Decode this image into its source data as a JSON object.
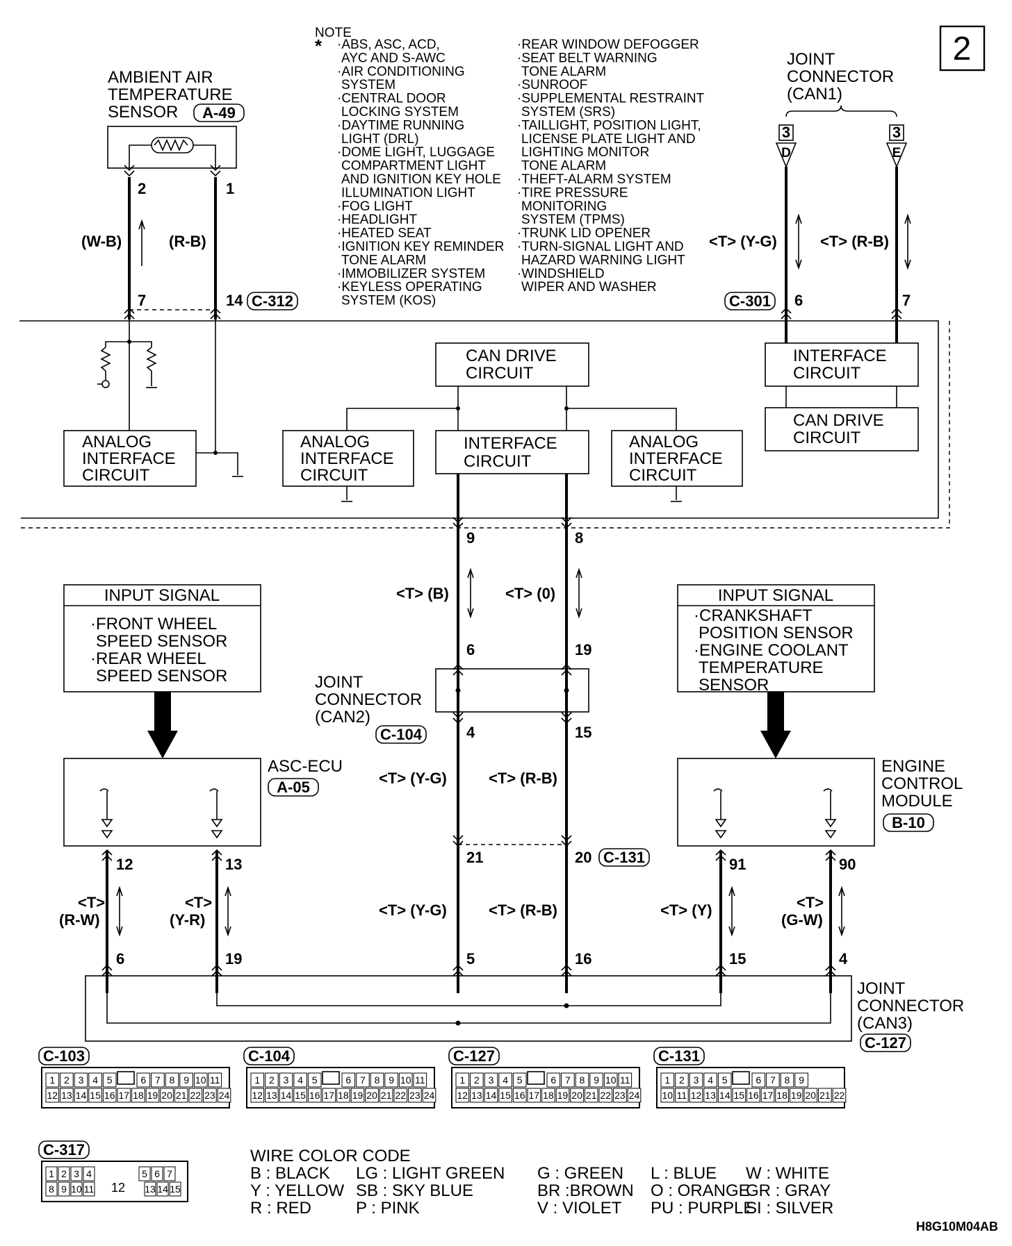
{
  "page_number": "2",
  "drawing_code": "H8G10M04AB",
  "note": {
    "heading": "NOTE",
    "marker": "*",
    "col1": [
      "·ABS, ASC, ACD,",
      "AYC AND S-AWC",
      "·AIR CONDITIONING",
      "SYSTEM",
      "·CENTRAL DOOR",
      "LOCKING SYSTEM",
      "·DAYTIME RUNNING",
      "LIGHT (DRL)",
      "·DOME LIGHT, LUGGAGE",
      "COMPARTMENT LIGHT",
      "AND IGNITION KEY HOLE",
      "ILLUMINATION LIGHT",
      "·FOG LIGHT",
      "·HEADLIGHT",
      "·HEATED SEAT",
      "·IGNITION KEY REMINDER",
      "TONE ALARM",
      "·IMMOBILIZER SYSTEM",
      "·KEYLESS OPERATING",
      "SYSTEM (KOS)"
    ],
    "col2": [
      "·REAR WINDOW DEFOGGER",
      "·SEAT BELT WARNING",
      "TONE ALARM",
      "·SUNROOF",
      "·SUPPLEMENTAL RESTRAINT",
      "SYSTEM (SRS)",
      "·TAILLIGHT, POSITION LIGHT,",
      "LICENSE PLATE LIGHT AND",
      "LIGHTING MONITOR",
      "TONE ALARM",
      "·THEFT-ALARM SYSTEM",
      "·TIRE PRESSURE",
      "MONITORING",
      "SYSTEM (TPMS)",
      "·TRUNK LID OPENER",
      "·TURN-SIGNAL LIGHT AND",
      "HAZARD WARNING LIGHT",
      "·WINDSHIELD",
      "WIPER AND WASHER"
    ]
  },
  "sensor": {
    "name": [
      "AMBIENT AIR",
      "TEMPERATURE",
      "SENSOR"
    ],
    "connector": "A-49",
    "pin_left": "2",
    "pin_right": "1",
    "wire_left": "(W-B)",
    "wire_right": "(R-B)",
    "pin_bottom_left": "7",
    "pin_bottom_right": "14",
    "connector_bottom": "C-312"
  },
  "joint_can1": {
    "name": [
      "JOINT",
      "CONNECTOR",
      "(CAN1)"
    ],
    "ref_left": "3",
    "ref_right": "3",
    "letter_left": "D",
    "letter_right": "E",
    "wire_left": "<T> (Y-G)",
    "wire_right": "<T> (R-B)",
    "connector": "C-301",
    "pin_left": "6",
    "pin_right": "7"
  },
  "ecu_blocks": {
    "can_drive_center": [
      "CAN DRIVE",
      "CIRCUIT"
    ],
    "interface_center": [
      "INTERFACE",
      "CIRCUIT"
    ],
    "interface_right": [
      "INTERFACE",
      "CIRCUIT"
    ],
    "can_drive_right": [
      "CAN DRIVE",
      "CIRCUIT"
    ],
    "analog_left": [
      "ANALOG",
      "INTERFACE",
      "CIRCUIT"
    ],
    "analog_mid": [
      "ANALOG",
      "INTERFACE",
      "CIRCUIT"
    ],
    "analog_right": [
      "ANALOG",
      "INTERFACE",
      "CIRCUIT"
    ]
  },
  "center_bus": {
    "pin_top_left": "9",
    "pin_top_right": "8",
    "wire_top_left": "<T> (B)",
    "wire_top_right": "<T> (0)",
    "pin_mid_left": "6",
    "pin_mid_right": "19",
    "joint_can2_name": [
      "JOINT",
      "CONNECTOR",
      "(CAN2)"
    ],
    "joint_can2_connector": "C-104",
    "pin_low_left": "4",
    "pin_low_right": "15",
    "wire_low_left": "<T> (Y-G)",
    "wire_low_right": "<T> (R-B)",
    "pin_c131_left": "21",
    "pin_c131_right": "20",
    "c131": "C-131",
    "wire_bottom_left": "<T> (Y-G)",
    "wire_bottom_right": "<T> (R-B)",
    "pin_bottom_left": "5",
    "pin_bottom_right": "16"
  },
  "input_left": {
    "title": "INPUT SIGNAL",
    "lines": [
      "·FRONT WHEEL",
      "SPEED SENSOR",
      "·REAR WHEEL",
      "SPEED SENSOR"
    ]
  },
  "input_right": {
    "title": "INPUT SIGNAL",
    "lines": [
      "·CRANKSHAFT",
      "POSITION SENSOR",
      "·ENGINE COOLANT",
      "TEMPERATURE",
      "SENSOR"
    ]
  },
  "asc_ecu": {
    "name": "ASC-ECU",
    "connector": "A-05",
    "pin_left": "12",
    "pin_right": "13",
    "wire_left": [
      "<T>",
      "(R-W)"
    ],
    "wire_right": [
      "<T>",
      "(Y-R)"
    ],
    "pin_bottom_left": "6",
    "pin_bottom_right": "19"
  },
  "ecm": {
    "name": [
      "ENGINE",
      "CONTROL",
      "MODULE"
    ],
    "connector": "B-10",
    "pin_left": "91",
    "pin_right": "90",
    "wire_left": "<T> (Y)",
    "wire_right": [
      "<T>",
      "(G-W)"
    ],
    "pin_bottom_left": "15",
    "pin_bottom_right": "4"
  },
  "joint_can3": {
    "name": [
      "JOINT",
      "CONNECTOR",
      "(CAN3)"
    ],
    "connector": "C-127"
  },
  "connector_views": [
    {
      "label": "C-103",
      "top": [
        "1",
        "2",
        "3",
        "4",
        "5",
        "6",
        "7",
        "8",
        "9",
        "10",
        "11"
      ],
      "bottom": [
        "12",
        "13",
        "14",
        "15",
        "16",
        "17",
        "18",
        "19",
        "20",
        "21",
        "22",
        "23",
        "24"
      ]
    },
    {
      "label": "C-104",
      "top": [
        "1",
        "2",
        "3",
        "4",
        "5",
        "6",
        "7",
        "8",
        "9",
        "10",
        "11"
      ],
      "bottom": [
        "12",
        "13",
        "14",
        "15",
        "16",
        "17",
        "18",
        "19",
        "20",
        "21",
        "22",
        "23",
        "24"
      ]
    },
    {
      "label": "C-127",
      "top": [
        "1",
        "2",
        "3",
        "4",
        "5",
        "6",
        "7",
        "8",
        "9",
        "10",
        "11"
      ],
      "bottom": [
        "12",
        "13",
        "14",
        "15",
        "16",
        "17",
        "18",
        "19",
        "20",
        "21",
        "22",
        "23",
        "24"
      ]
    },
    {
      "label": "C-131",
      "top": [
        "1",
        "2",
        "3",
        "4",
        "5",
        "6",
        "7",
        "8",
        "9"
      ],
      "bottom": [
        "10",
        "11",
        "12",
        "13",
        "14",
        "15",
        "16",
        "17",
        "18",
        "19",
        "20",
        "21",
        "22"
      ]
    },
    {
      "label": "C-317",
      "top": [
        "1",
        "2",
        "3",
        "4",
        "5",
        "6",
        "7"
      ],
      "bottom": [
        "8",
        "9",
        "10",
        "11",
        "12",
        "13",
        "14",
        "15"
      ]
    }
  ],
  "wire_color_code": {
    "title": "WIRE COLOR CODE",
    "rows": [
      [
        "B : BLACK",
        "LG : LIGHT GREEN",
        "G : GREEN",
        "L : BLUE",
        "W : WHITE"
      ],
      [
        "Y : YELLOW",
        "SB : SKY BLUE",
        "BR :BROWN",
        "O : ORANGE",
        "GR : GRAY"
      ],
      [
        "R : RED",
        "P : PINK",
        "V : VIOLET",
        "PU : PURPLE",
        "SI : SILVER"
      ]
    ]
  }
}
